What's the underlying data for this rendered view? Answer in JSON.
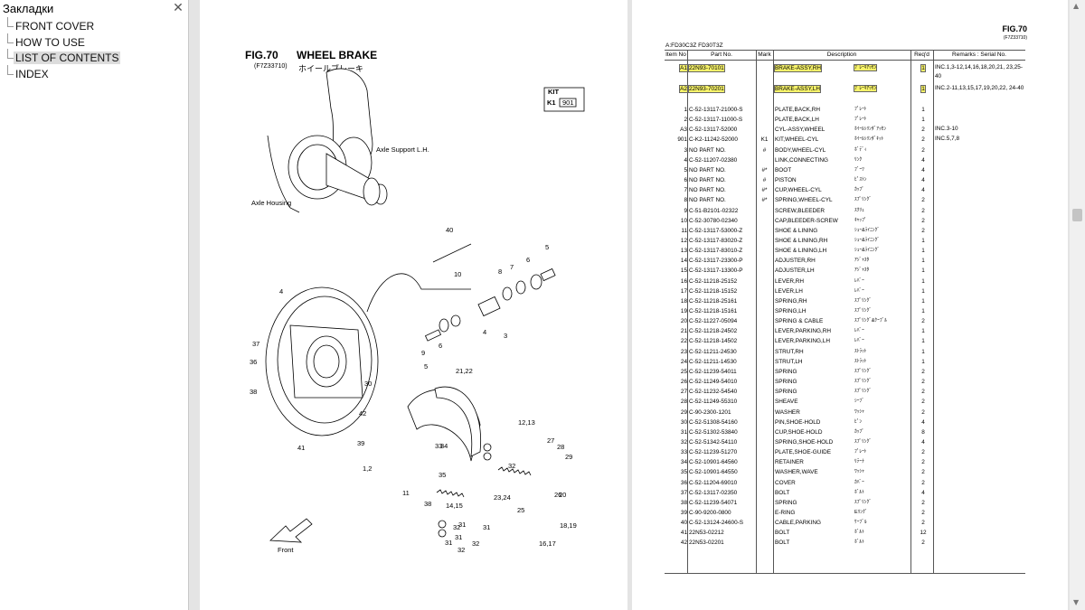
{
  "sidebar": {
    "title": "Закладки",
    "close_icon": "close-icon",
    "items": [
      {
        "label": "FRONT COVER",
        "selected": false
      },
      {
        "label": "HOW TO USE",
        "selected": false
      },
      {
        "label": "LIST OF CONTENTS",
        "selected": true
      },
      {
        "label": "INDEX",
        "selected": false
      }
    ]
  },
  "left_page": {
    "fig_number": "FIG.70",
    "fig_name": "WHEEL BRAKE",
    "fig_code": "(F7Z33710)",
    "fig_name_jp": "ホイールブレーキ",
    "kit_label": "KIT",
    "kit_code": "K1",
    "kit_number": "901",
    "labels": {
      "axle_support": "Axle Support L.H.",
      "axle_housing": "Axle Housing",
      "front": "Front"
    },
    "callouts": [
      "40",
      "10",
      "8",
      "7",
      "6",
      "5",
      "4",
      "3",
      "9",
      "6",
      "5",
      "4",
      "37",
      "36",
      "38",
      "30",
      "42",
      "39",
      "41",
      "1,2",
      "21,22",
      "12,13",
      "33",
      "34",
      "35",
      "31",
      "32",
      "31",
      "32",
      "27",
      "28",
      "29",
      "26",
      "11",
      "38",
      "14,15",
      "23,24",
      "25",
      "20",
      "31",
      "32",
      "31",
      "32",
      "16,17",
      "18,19"
    ]
  },
  "right_page": {
    "fig_number": "FIG.70",
    "fig_code": "(F7Z33710)",
    "model_line": "A:FD30C3Z  FD30T3Z",
    "headers": {
      "item": "Item No",
      "part": "Part No.",
      "mark": "Mark",
      "desc": "Description",
      "req": "Req'd",
      "rem": "Remarks : Serial No."
    },
    "rows": [
      {
        "item": "A1",
        "part": "22N93-70101",
        "mark": "",
        "desc": "BRAKE-ASSY,RH",
        "jp": "ﾌﾞﾚｰｷｱｯｾﾝ",
        "req": "1",
        "rem": "INC.1,3-12,14,16,18,20,21, 23,25-40",
        "hl": true
      },
      {
        "item": "A2",
        "part": "22N93-70201",
        "mark": "",
        "desc": "BRAKE-ASSY,LH",
        "jp": "ﾌﾞﾚｰｷｱｯｾﾝ",
        "req": "1",
        "rem": "INC.2-11,13,15,17,19,20,22, 24-40",
        "hl": true
      },
      {
        "item": "1",
        "part": "C-52-13117-21000-S",
        "mark": "",
        "desc": "PLATE,BACK,RH",
        "jp": "ﾌﾟﾚｰﾄ",
        "req": "1",
        "rem": ""
      },
      {
        "item": "2",
        "part": "C-52-13117-11000-S",
        "mark": "",
        "desc": "PLATE,BACK,LH",
        "jp": "ﾌﾟﾚｰﾄ",
        "req": "1",
        "rem": ""
      },
      {
        "item": "A3",
        "part": "C-52-13117-52000",
        "mark": "",
        "desc": "CYL-ASSY,WHEEL",
        "jp": "ﾎｲｰﾙｼﾘﾝﾀﾞｱｯｾﾝ",
        "req": "2",
        "rem": "INC.3-10"
      },
      {
        "item": "901",
        "part": "C-K2-11242-52000",
        "mark": "K1",
        "desc": "KIT,WHEEL-CYL",
        "jp": "ﾎｲｰﾙｼﾘﾝﾀﾞｷｯﾄ",
        "req": "2",
        "rem": "INC.5,7,8"
      },
      {
        "item": "3",
        "part": "NO PART NO.",
        "mark": "#",
        "desc": "BODY,WHEEL-CYL",
        "jp": "ﾎﾞﾃﾞｨ",
        "req": "2",
        "rem": ""
      },
      {
        "item": "4",
        "part": "C-52-11207-02380",
        "mark": "",
        "desc": "LINK,CONNECTING",
        "jp": "ﾘﾝｸ",
        "req": "4",
        "rem": ""
      },
      {
        "item": "5",
        "part": "NO PART NO.",
        "mark": "#*",
        "desc": "BOOT",
        "jp": "ﾌﾞｰﾂ",
        "req": "4",
        "rem": ""
      },
      {
        "item": "6",
        "part": "NO PART NO.",
        "mark": "#",
        "desc": "PISTON",
        "jp": "ﾋﾟｽﾄﾝ",
        "req": "4",
        "rem": ""
      },
      {
        "item": "7",
        "part": "NO PART NO.",
        "mark": "#*",
        "desc": "CUP,WHEEL-CYL",
        "jp": "ｶｯﾌﾟ",
        "req": "4",
        "rem": ""
      },
      {
        "item": "8",
        "part": "NO PART NO.",
        "mark": "#*",
        "desc": "SPRING,WHEEL-CYL",
        "jp": "ｽﾌﾟﾘﾝｸﾞ",
        "req": "2",
        "rem": ""
      },
      {
        "item": "9",
        "part": "C-51-B2101-02322",
        "mark": "",
        "desc": "SCREW,BLEEDER",
        "jp": "ｽｸﾘｭ",
        "req": "2",
        "rem": ""
      },
      {
        "item": "10",
        "part": "C-52-30780-02340",
        "mark": "",
        "desc": "CAP,BLEEDER-SCREW",
        "jp": "ｷｬｯﾌﾟ",
        "req": "2",
        "rem": ""
      },
      {
        "item": "11",
        "part": "C-52-13117-53000-Z",
        "mark": "",
        "desc": "SHOE & LINING",
        "jp": "ｼｭｰ&ﾗｲﾆﾝｸﾞ",
        "req": "2",
        "rem": ""
      },
      {
        "item": "12",
        "part": "C-52-13117-83020-Z",
        "mark": "",
        "desc": "SHOE & LINING,RH",
        "jp": "ｼｭｰ&ﾗｲﾆﾝｸﾞ",
        "req": "1",
        "rem": ""
      },
      {
        "item": "13",
        "part": "C-52-13117-83010-Z",
        "mark": "",
        "desc": "SHOE & LINING,LH",
        "jp": "ｼｭｰ&ﾗｲﾆﾝｸﾞ",
        "req": "1",
        "rem": ""
      },
      {
        "item": "14",
        "part": "C-52-13117-23300-P",
        "mark": "",
        "desc": "ADJUSTER,RH",
        "jp": "ｱｼﾞｬｽﾀ",
        "req": "1",
        "rem": ""
      },
      {
        "item": "15",
        "part": "C-52-13117-13300-P",
        "mark": "",
        "desc": "ADJUSTER,LH",
        "jp": "ｱｼﾞｬｽﾀ",
        "req": "1",
        "rem": ""
      },
      {
        "item": "16",
        "part": "C-52-11218-25152",
        "mark": "",
        "desc": "LEVER,RH",
        "jp": "ﾚﾊﾞｰ",
        "req": "1",
        "rem": ""
      },
      {
        "item": "17",
        "part": "C-52-11218-15152",
        "mark": "",
        "desc": "LEVER,LH",
        "jp": "ﾚﾊﾞｰ",
        "req": "1",
        "rem": ""
      },
      {
        "item": "18",
        "part": "C-52-11218-25161",
        "mark": "",
        "desc": "SPRING,RH",
        "jp": "ｽﾌﾟﾘﾝｸﾞ",
        "req": "1",
        "rem": ""
      },
      {
        "item": "19",
        "part": "C-52-11218-15161",
        "mark": "",
        "desc": "SPRING,LH",
        "jp": "ｽﾌﾟﾘﾝｸﾞ",
        "req": "1",
        "rem": ""
      },
      {
        "item": "20",
        "part": "C-52-11227-05094",
        "mark": "",
        "desc": "SPRING & CABLE",
        "jp": "ｽﾌﾟﾘﾝｸﾞ&ｹｰﾌﾞﾙ",
        "req": "2",
        "rem": ""
      },
      {
        "item": "21",
        "part": "C-52-11218-24502",
        "mark": "",
        "desc": "LEVER,PARKING,RH",
        "jp": "ﾚﾊﾞｰ",
        "req": "1",
        "rem": ""
      },
      {
        "item": "22",
        "part": "C-52-11218-14502",
        "mark": "",
        "desc": "LEVER,PARKING,LH",
        "jp": "ﾚﾊﾞｰ",
        "req": "1",
        "rem": ""
      },
      {
        "item": "23",
        "part": "C-52-11211-24530",
        "mark": "",
        "desc": "STRUT,RH",
        "jp": "ｽﾄﾗｯﾄ",
        "req": "1",
        "rem": ""
      },
      {
        "item": "24",
        "part": "C-52-11211-14530",
        "mark": "",
        "desc": "STRUT,LH",
        "jp": "ｽﾄﾗｯﾄ",
        "req": "1",
        "rem": ""
      },
      {
        "item": "25",
        "part": "C-52-11239-54011",
        "mark": "",
        "desc": "SPRING",
        "jp": "ｽﾌﾟﾘﾝｸﾞ",
        "req": "2",
        "rem": ""
      },
      {
        "item": "26",
        "part": "C-52-11249-54010",
        "mark": "",
        "desc": "SPRING",
        "jp": "ｽﾌﾟﾘﾝｸﾞ",
        "req": "2",
        "rem": ""
      },
      {
        "item": "27",
        "part": "C-52-11232-54540",
        "mark": "",
        "desc": "SPRING",
        "jp": "ｽﾌﾟﾘﾝｸﾞ",
        "req": "2",
        "rem": ""
      },
      {
        "item": "28",
        "part": "C-52-11249-55310",
        "mark": "",
        "desc": "SHEAVE",
        "jp": "ｼｰﾌﾞ",
        "req": "2",
        "rem": ""
      },
      {
        "item": "29",
        "part": "C-90-2300-1201",
        "mark": "",
        "desc": "WASHER",
        "jp": "ﾜｯｼｬ",
        "req": "2",
        "rem": ""
      },
      {
        "item": "30",
        "part": "C-52-51308-54160",
        "mark": "",
        "desc": "PIN,SHOE-HOLD",
        "jp": "ﾋﾟﾝ",
        "req": "4",
        "rem": ""
      },
      {
        "item": "31",
        "part": "C-52-51302-53840",
        "mark": "",
        "desc": "CUP,SHOE-HOLD",
        "jp": "ｶｯﾌﾟ",
        "req": "8",
        "rem": ""
      },
      {
        "item": "32",
        "part": "C-52-51342-54110",
        "mark": "",
        "desc": "SPRING,SHOE-HOLD",
        "jp": "ｽﾌﾟﾘﾝｸﾞ",
        "req": "4",
        "rem": ""
      },
      {
        "item": "33",
        "part": "C-52-11239-51270",
        "mark": "",
        "desc": "PLATE,SHOE-GUIDE",
        "jp": "ﾌﾟﾚｰﾄ",
        "req": "2",
        "rem": ""
      },
      {
        "item": "34",
        "part": "C-52-10901-64560",
        "mark": "",
        "desc": "RETAINER",
        "jp": "ﾘﾃｰﾅ",
        "req": "2",
        "rem": ""
      },
      {
        "item": "35",
        "part": "C-52-10901-64550",
        "mark": "",
        "desc": "WASHER,WAVE",
        "jp": "ﾜｯｼｬ",
        "req": "2",
        "rem": ""
      },
      {
        "item": "36",
        "part": "C-52-11204-69010",
        "mark": "",
        "desc": "COVER",
        "jp": "ｶﾊﾞｰ",
        "req": "2",
        "rem": ""
      },
      {
        "item": "37",
        "part": "C-52-13117-02350",
        "mark": "",
        "desc": "BOLT",
        "jp": "ﾎﾞﾙﾄ",
        "req": "4",
        "rem": ""
      },
      {
        "item": "38",
        "part": "C-52-11239-54071",
        "mark": "",
        "desc": "SPRING",
        "jp": "ｽﾌﾟﾘﾝｸﾞ",
        "req": "2",
        "rem": ""
      },
      {
        "item": "39",
        "part": "C-90-9200-0800",
        "mark": "",
        "desc": "E-RING",
        "jp": "Eﾘﾝｸﾞ",
        "req": "2",
        "rem": ""
      },
      {
        "item": "40",
        "part": "C-52-13124-24600-S",
        "mark": "",
        "desc": "CABLE,PARKING",
        "jp": "ｹｰﾌﾞﾙ",
        "req": "2",
        "rem": ""
      },
      {
        "item": "41",
        "part": "22N53-02212",
        "mark": "",
        "desc": "BOLT",
        "jp": "ﾎﾞﾙﾄ",
        "req": "12",
        "rem": ""
      },
      {
        "item": "42",
        "part": "22N53-02201",
        "mark": "",
        "desc": "BOLT",
        "jp": "ﾎﾞﾙﾄ",
        "req": "2",
        "rem": ""
      }
    ]
  },
  "colors": {
    "highlight": "#f7f36a",
    "selected": "#dcdcdc"
  }
}
